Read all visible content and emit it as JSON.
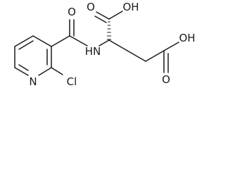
{
  "molecule": {
    "atom_labels": {
      "carbonyl_oxygen": "O",
      "amide_nitrogen": "HN",
      "pyridine_nitrogen": "N",
      "chlorine": "Cl",
      "alpha_acid_oxygen": "O",
      "alpha_acid_hydroxyl": "OH",
      "side_chain_oxygen": "O",
      "side_chain_hydroxyl": "OH"
    }
  }
}
